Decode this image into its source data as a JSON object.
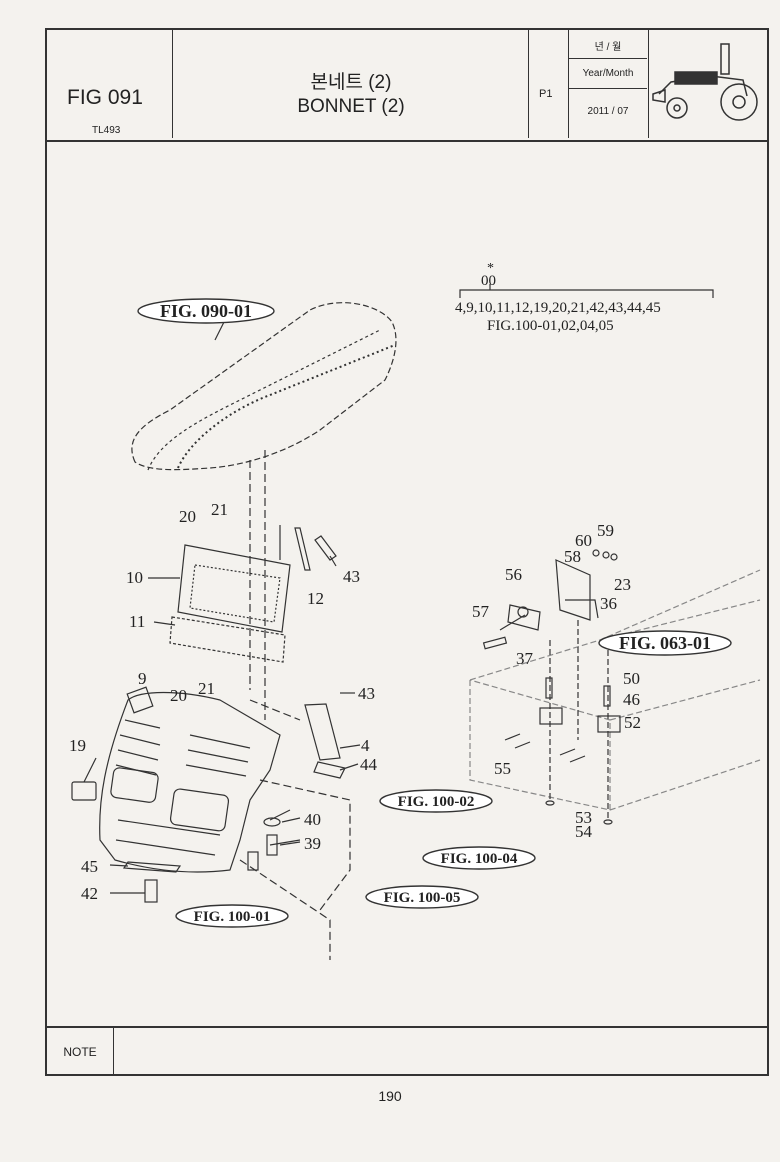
{
  "header": {
    "fig_number": "FIG 091",
    "model": "TL493",
    "title_ko": "본네트 (2)",
    "title_en": "BONNET (2)",
    "page_code": "P1",
    "ym_label_ko": "년 / 월",
    "ym_label_en": "Year/Month",
    "ym_value": "2011 / 07"
  },
  "diagram": {
    "kit": {
      "star": "*",
      "code": "00",
      "parts_line": "4,9,10,11,12,19,20,21,42,43,44,45",
      "fig_line": "FIG.100-01,02,04,05"
    },
    "refs": {
      "fig_090_01": "FIG. 090-01",
      "fig_063_01": "FIG. 063-01",
      "fig_100_02": "FIG. 100-02",
      "fig_100_04": "FIG. 100-04",
      "fig_100_05": "FIG. 100-05",
      "fig_100_01": "FIG. 100-01"
    },
    "labels": {
      "p20a": "20",
      "p21a": "21",
      "p10": "10",
      "p12": "12",
      "p43a": "43",
      "p11": "11",
      "p9": "9",
      "p20b": "20",
      "p21b": "21",
      "p43b": "43",
      "p19": "19",
      "p4": "4",
      "p44": "44",
      "p40": "40",
      "p39": "39",
      "p45": "45",
      "p42": "42",
      "p59": "59",
      "p60": "60",
      "p58": "58",
      "p56": "56",
      "p23": "23",
      "p36": "36",
      "p57": "57",
      "p37": "37",
      "p50": "50",
      "p46": "46",
      "p52": "52",
      "p55": "55",
      "p53": "53",
      "p54": "54"
    }
  },
  "note": {
    "label": "NOTE"
  },
  "page_number": "190"
}
